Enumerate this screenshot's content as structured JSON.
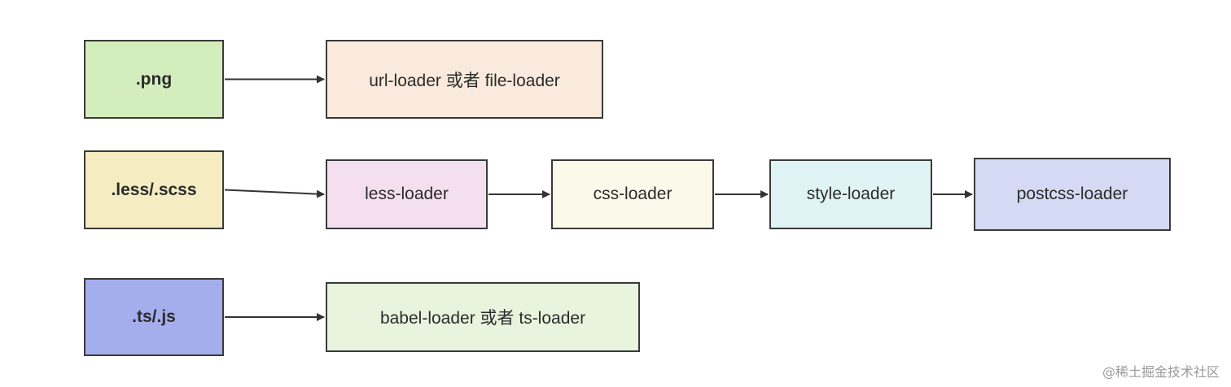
{
  "diagram": {
    "nodes": {
      "png": {
        "label": ".png",
        "color": "#d4edbc"
      },
      "url_loader": {
        "label": "url-loader 或者 file-loader",
        "color": "#f9eadd"
      },
      "less_scss": {
        "label": ".less/.scss",
        "color": "#f5ecc2"
      },
      "less_loader": {
        "label": "less-loader",
        "color": "#f3dfef"
      },
      "css_loader": {
        "label": "css-loader",
        "color": "#fbf9e9"
      },
      "style_loader": {
        "label": "style-loader",
        "color": "#e0f4f5"
      },
      "postcss_loader": {
        "label": "postcss-loader",
        "color": "#d4d9f4"
      },
      "ts_js": {
        "label": ".ts/.js",
        "color": "#a5aeed"
      },
      "babel_loader": {
        "label": "babel-loader 或者 ts-loader",
        "color": "#e8f4de"
      }
    },
    "edges": [
      {
        "from": "png",
        "to": "url_loader"
      },
      {
        "from": "less_scss",
        "to": "less_loader"
      },
      {
        "from": "less_loader",
        "to": "css_loader"
      },
      {
        "from": "css_loader",
        "to": "style_loader"
      },
      {
        "from": "style_loader",
        "to": "postcss_loader"
      },
      {
        "from": "ts_js",
        "to": "babel_loader"
      }
    ]
  },
  "watermark": "@稀土掘金技术社区"
}
